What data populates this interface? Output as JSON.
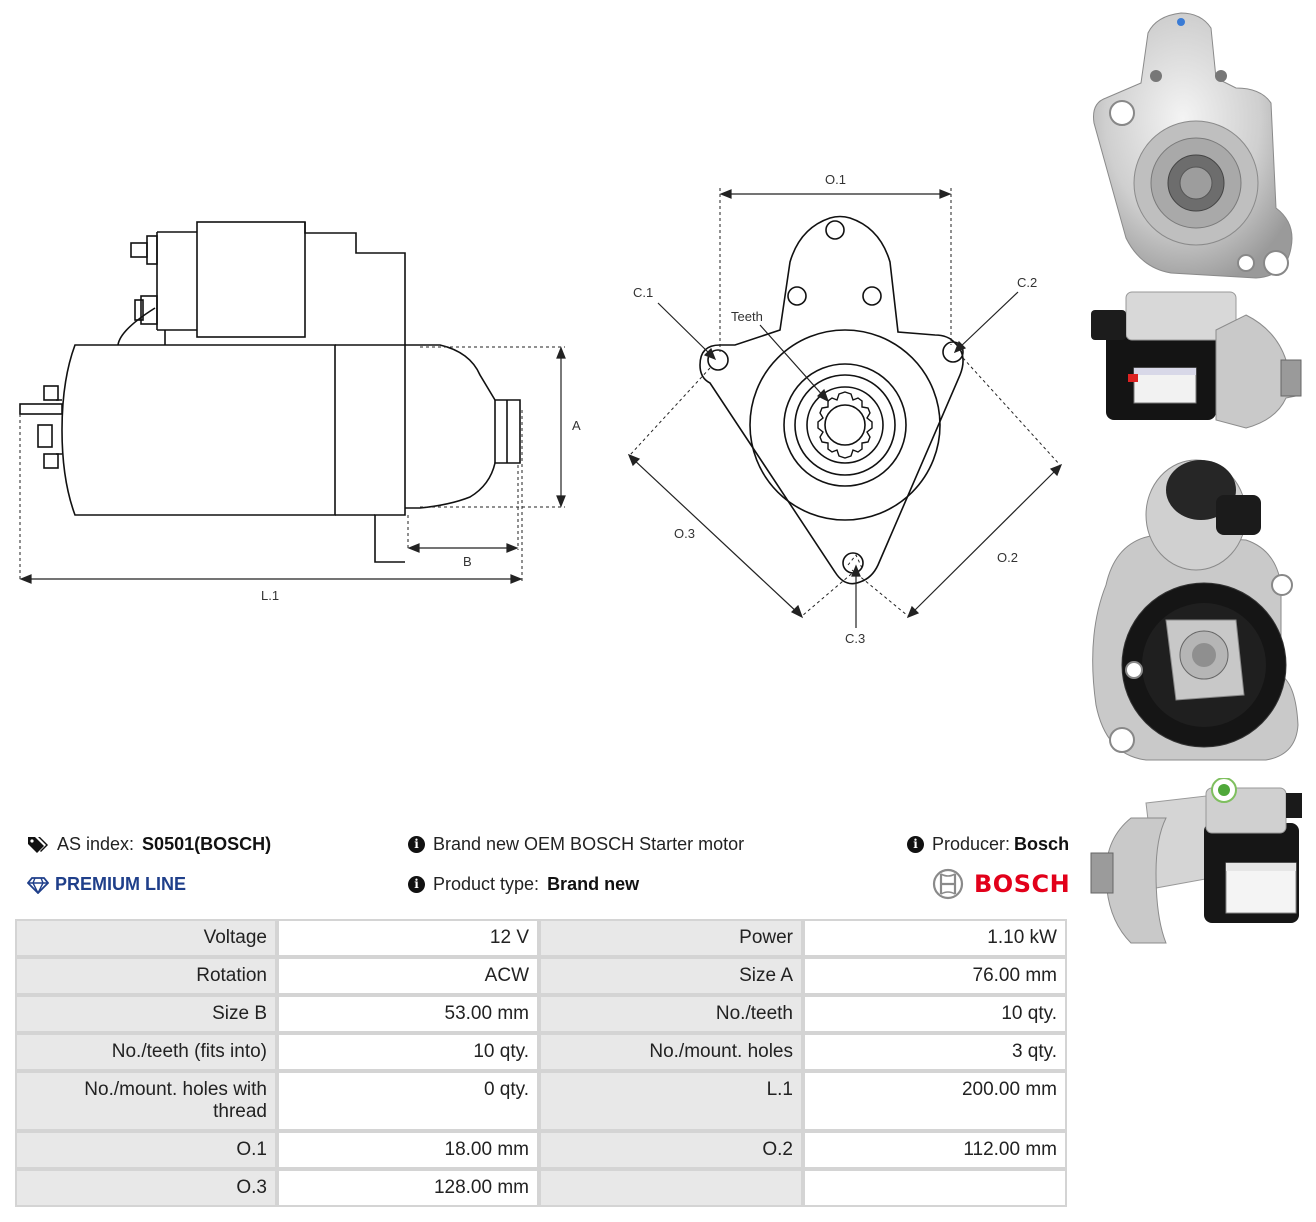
{
  "drawing": {
    "dims": {
      "a": "A",
      "b": "B",
      "l1": "L.1",
      "o1": "O.1",
      "o2": "O.2",
      "o3": "O.3",
      "c1": "C.1",
      "c2": "C.2",
      "c3": "C.3",
      "teeth": "Teeth"
    }
  },
  "info": {
    "as_index_label": "AS index:",
    "as_index_value": "S0501(BOSCH)",
    "premium": "PREMIUM LINE",
    "description": "Brand new OEM BOSCH Starter motor",
    "product_type_label": "Product type:",
    "product_type_value": "Brand new",
    "producer_label": "Producer:",
    "producer_value": "Bosch",
    "brand_logo_text": "BOSCH"
  },
  "specs": {
    "rows": [
      {
        "l1": "Voltage",
        "v1": "12 V",
        "l2": "Power",
        "v2": "1.10 kW"
      },
      {
        "l1": "Rotation",
        "v1": "ACW",
        "l2": "Size A",
        "v2": "76.00 mm"
      },
      {
        "l1": "Size B",
        "v1": "53.00 mm",
        "l2": "No./teeth",
        "v2": "10 qty."
      },
      {
        "l1": "No./teeth (fits into)",
        "v1": "10 qty.",
        "l2": "No./mount. holes",
        "v2": "3 qty."
      },
      {
        "l1": "No./mount. holes with thread",
        "v1": "0 qty.",
        "l2": "L.1",
        "v2": "200.00 mm"
      },
      {
        "l1": "O.1",
        "v1": "18.00 mm",
        "l2": "O.2",
        "v2": "112.00 mm"
      },
      {
        "l1": "O.3",
        "v1": "128.00 mm",
        "l2": "",
        "v2": ""
      }
    ]
  },
  "colors": {
    "premium": "#1f3f8a",
    "bosch_red": "#e2001a",
    "table_label_bg": "#e8e8e8",
    "table_border": "#d4d4d4"
  }
}
